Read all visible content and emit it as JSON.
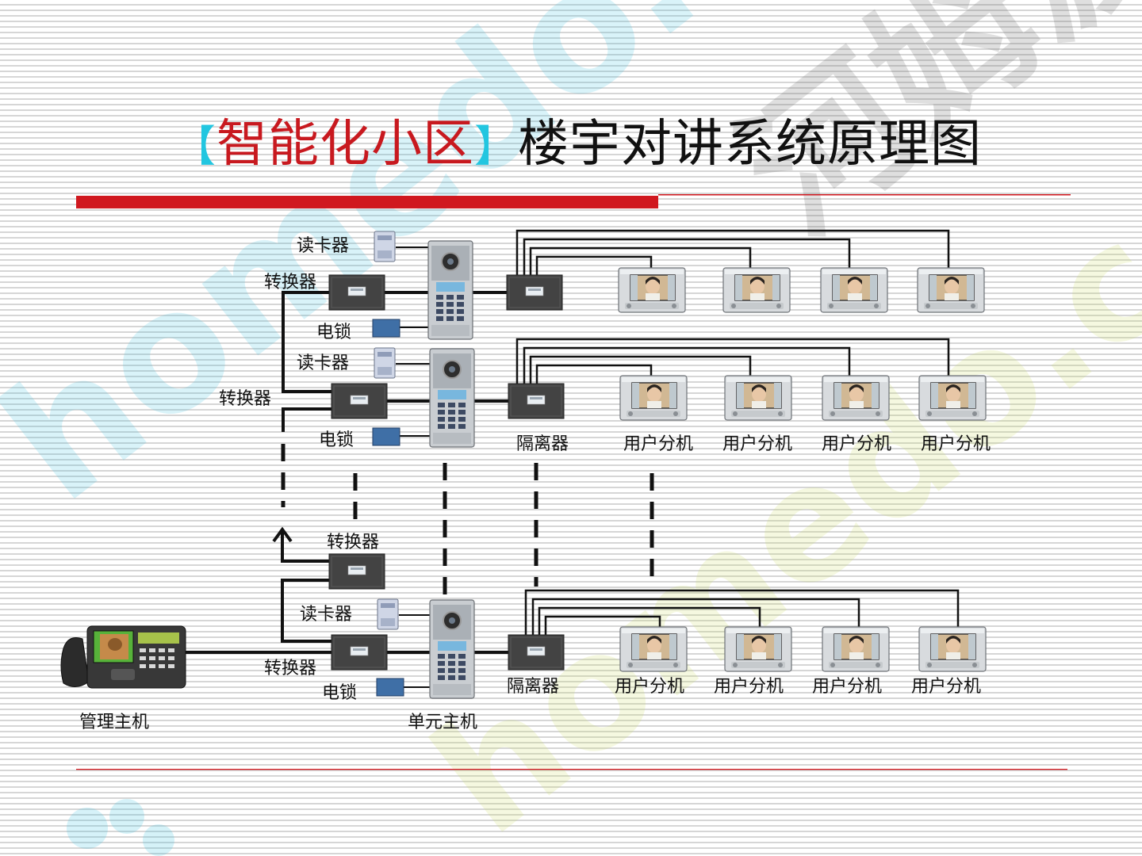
{
  "title": {
    "open_bracket": "【",
    "highlight": "智能化小区",
    "close_bracket": "】",
    "main": "楼宇对讲系统原理图"
  },
  "labels": {
    "card_reader": "读卡器",
    "converter": "转换器",
    "electric_lock": "电锁",
    "isolator": "隔离器",
    "user_unit": "用户分机",
    "management_host": "管理主机",
    "unit_host": "单元主机"
  },
  "watermark": {
    "text": "homedo.com",
    "brand_cn": "河姆渡"
  },
  "colors": {
    "accent_red": "#d0181f",
    "bracket_cyan": "#22c6e0",
    "lock_blue": "#3f6fa6",
    "device_dark": "#454545"
  }
}
